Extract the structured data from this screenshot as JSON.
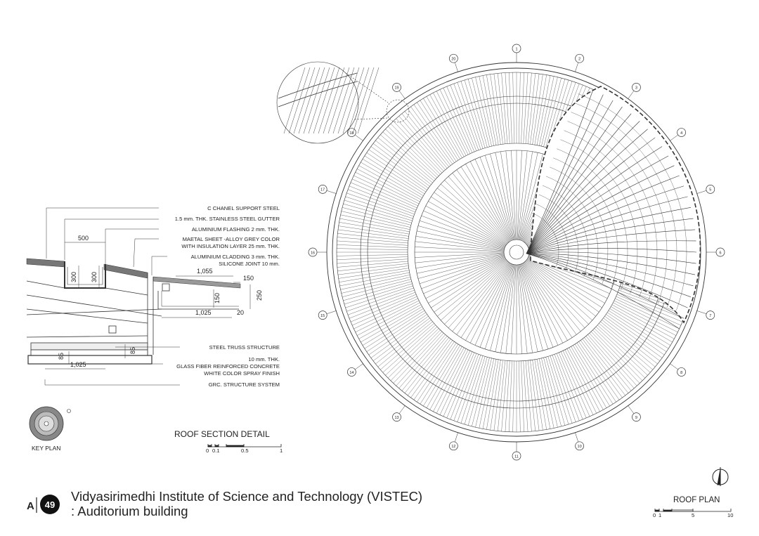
{
  "section_detail": {
    "callouts": [
      "C CHANEL SUPPORT STEEL",
      "1.5 mm. THK. STAINLESS STEEL GUTTER",
      "ALUMINIUM FLASHING 2 mm. THK.",
      "MAETAL SHEET -ALLOY GREY COLOR",
      "WITH INSULATION LAYER 25 mm. THK.",
      "ALUMINIUM CLADDING 3 mm. THK.",
      "SILICONE JOINT 10 mm.",
      "STEEL TRUSS STRUCTURE",
      "10 mm. THK.",
      "GLASS FIBER REINFORCED CONCRETE",
      "WHITE COLOR SPRAY FINISH",
      "GRC. STRUCTURE SYSTEM"
    ],
    "dimensions": {
      "d500": "500",
      "d300a": "300",
      "d300b": "300",
      "d1055": "1,055",
      "d150a": "150",
      "d250": "250",
      "d150b": "150",
      "d1025a": "1,025",
      "d20": "20",
      "d85a": "85",
      "d85b": "85",
      "d1025b": "1,025"
    },
    "title": "ROOF SECTION DETAIL",
    "scale_labels": [
      "0",
      "0.1",
      "0.5",
      "1"
    ]
  },
  "key_plan": {
    "label": "KEY PLAN"
  },
  "roof_plan": {
    "title": "ROOF PLAN",
    "scale_labels": [
      "0",
      "1",
      "5",
      "10"
    ],
    "gridline_bubbles": [
      "1",
      "2",
      "3",
      "4",
      "5",
      "6",
      "7",
      "8",
      "9",
      "10",
      "11",
      "12",
      "13",
      "14",
      "15",
      "16",
      "17",
      "18",
      "19",
      "20"
    ]
  },
  "footer": {
    "sheet_prefix": "A",
    "sheet_number": "49",
    "title_line1": "Vidyasirimedhi Institute of Science and Technology (VISTEC)",
    "title_line2": ": Auditorium building"
  }
}
